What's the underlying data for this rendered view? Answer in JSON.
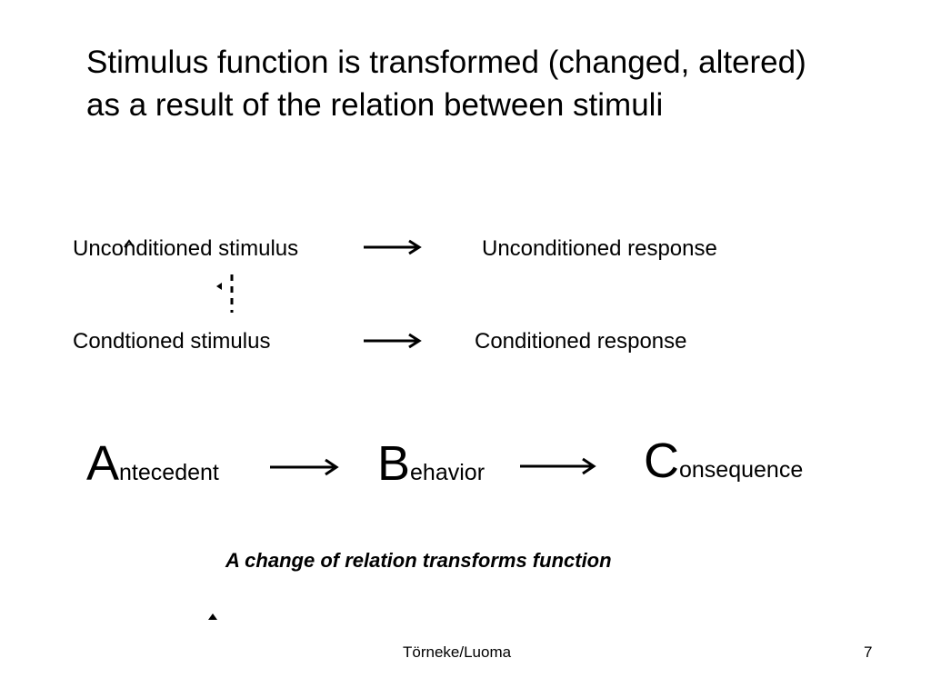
{
  "slide": {
    "title": "Stimulus function is transformed (changed, altered) as a result of the relation between stimuli",
    "pairs": {
      "unconditioned_stimulus": "Unconditioned stimulus",
      "unconditioned_response": "Unconditioned response",
      "conditioned_stimulus": "Condtioned  stimulus",
      "conditioned_response": "Conditioned response"
    },
    "abc": {
      "a_letter": "A",
      "a_rest": "ntecedent",
      "b_letter": "B",
      "b_rest": "ehavior",
      "c_letter": "C",
      "c_rest": "onsequence"
    },
    "caption": "A change of relation transforms function",
    "footer": {
      "author": "Törneke/Luoma",
      "page_number": "7"
    },
    "icons": [
      "right-arrow-icon",
      "dashed-link-icon",
      "cursor-marker-icon"
    ],
    "colors": {
      "background": "#ffffff",
      "text": "#000000"
    }
  }
}
